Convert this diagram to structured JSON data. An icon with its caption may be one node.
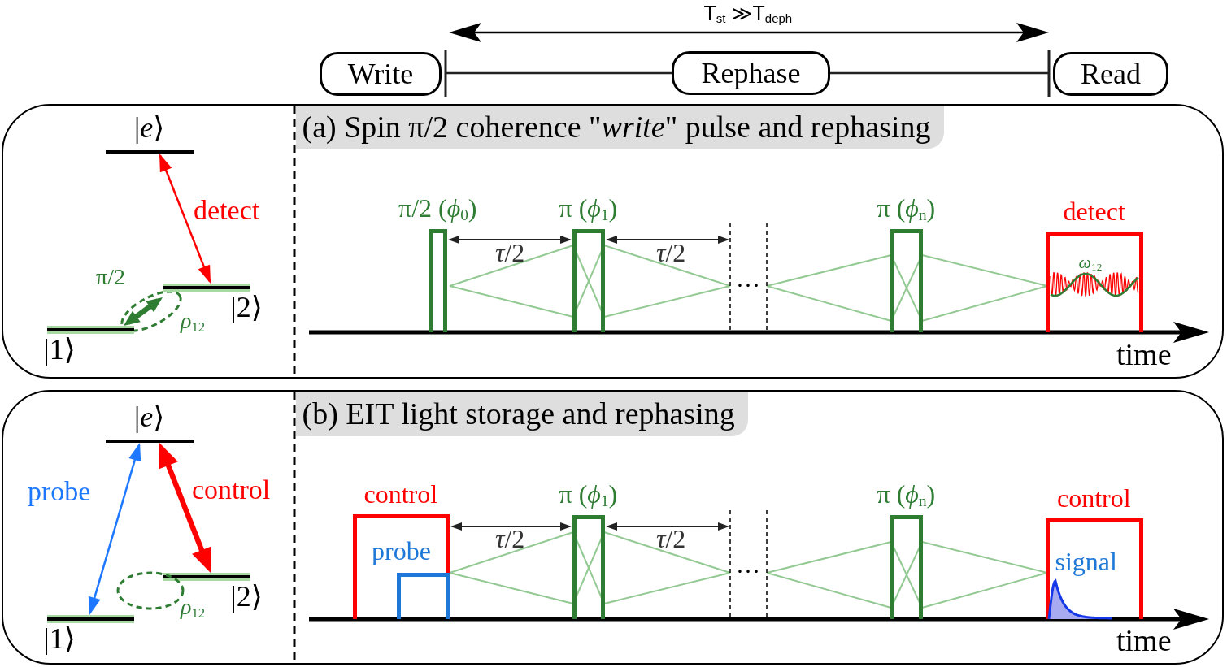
{
  "diagram": {
    "nodes": [
      {
        "text": [
          "Write"
        ]
      },
      {
        "text": [
          "Rephase"
        ]
      },
      {
        "text": [
          "Read"
        ]
      },
      {
        "text": [
          "(a) Spin π/2 coherence \"*write*\" pulse and rephasing"
        ]
      },
      {
        "text": [
          "|*e*⟩"
        ],
        "in": 3
      },
      {
        "text": [
          "|2⟩"
        ],
        "in": 3
      },
      {
        "text": [
          "|1⟩"
        ],
        "in": 3
      },
      {
        "text": [
          "π/2 (*ϕ*$_{0}$)"
        ],
        "in": 3
      },
      {
        "text": [
          "π (*ϕ*$_{1}$)"
        ],
        "in": 3
      },
      {
        "text": [
          "π (*ϕ*$_{n}$)"
        ],
        "in": 3
      },
      {
        "text": [
          "detect"
        ],
        "in": 3
      },
      {
        "text": [
          "(b) EIT light storage and rephasing"
        ]
      },
      {
        "text": [
          "|*e*⟩"
        ],
        "in": 11
      },
      {
        "text": [
          "|2⟩"
        ],
        "in": 11
      },
      {
        "text": [
          "|1⟩"
        ],
        "in": 11
      },
      {
        "text": [],
        "shape": "ellipse",
        "in": 11,
        "beside": [
          "*ρ*$_{12}$"
        ]
      },
      {
        "text": [
          "control"
        ],
        "in": 11
      },
      {
        "text": [
          "probe"
        ],
        "in": 16
      },
      {
        "text": [
          "π (*ϕ*$_{1}$)"
        ],
        "in": 11
      },
      {
        "text": [
          "π (*ϕ*$_{n}$)"
        ],
        "in": 11
      },
      {
        "text": [
          "control"
        ],
        "in": 11
      },
      {
        "text": [
          "signal"
        ],
        "in": 20
      }
    ],
    "edges": [
      {
        "from": 1,
        "to": 0,
        "arrow": "other"
      },
      {
        "from": 1,
        "to": 2,
        "arrow": "other"
      },
      {
        "from": 4,
        "to": 5,
        "arrow": "both",
        "label": "detect",
        "color": "#ff0000"
      },
      {
        "from": 6,
        "to": 5,
        "arrow": "both",
        "label": "π/2",
        "style": "thick",
        "color": "#2e7d32"
      },
      {
        "from": 14,
        "to": 12,
        "arrow": "both",
        "label": "probe",
        "color": "#1e78ff"
      },
      {
        "from": 12,
        "to": 13,
        "arrow": "both",
        "label": "control",
        "style": "thick",
        "color": "#ff0000"
      },
      {
        "from": 7,
        "to": 8,
        "arrow": "both",
        "label": "*τ*/2"
      },
      {
        "from": 8,
        "to": null,
        "arrow": "both",
        "label": "*τ*/2"
      },
      {
        "from": 16,
        "to": 18,
        "arrow": "both",
        "label": "*τ*/2"
      },
      {
        "from": 18,
        "to": null,
        "arrow": "both",
        "label": "*τ*/2"
      }
    ],
    "labels": [
      "T$_{st}$ ≫T$_{deph}$",
      "*ρ*$_{12}$",
      "…",
      "*ω*$_{12}$",
      "time",
      "…",
      "time"
    ]
  }
}
